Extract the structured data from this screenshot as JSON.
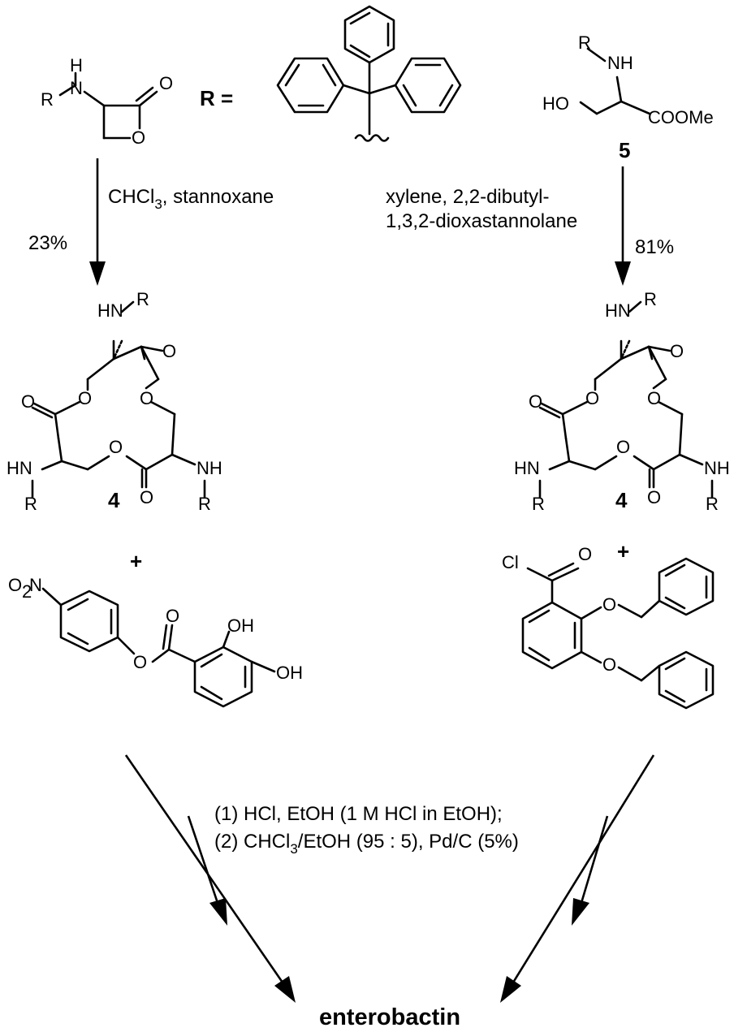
{
  "structures": {
    "beta_lactone": {
      "nh": "H",
      "n": "N",
      "r": "R",
      "o_carbonyl": "O",
      "o_ring": "O"
    },
    "r_definition": {
      "label": "R ="
    },
    "serine_ester": {
      "r": "R",
      "nh": "NH",
      "ho": "HO",
      "ester": "COOMe",
      "number": "5"
    },
    "macrocycle_left": {
      "hn_top": "HN",
      "r_top": "R",
      "o_label": "O",
      "hn_left": "HN",
      "r_left": "R",
      "nh_right": "NH",
      "r_right": "R",
      "number": "4"
    },
    "macrocycle_right": {
      "hn_top": "HN",
      "r_top": "R",
      "o_label": "O",
      "hn_left": "HN",
      "r_left": "R",
      "nh_right": "NH",
      "r_right": "R",
      "number": "4"
    },
    "nitrophenyl_ester": {
      "o2n_o": "O",
      "o2n_sub": "2",
      "o2n_n": "N",
      "o_label": "O",
      "oh": "OH"
    },
    "acid_chloride": {
      "cl": "Cl",
      "o_label": "O"
    }
  },
  "plus_sign": "+",
  "steps": {
    "left": {
      "reagents_part1": "CHCl",
      "reagents_sub": "3",
      "reagents_part2": ", stannoxane",
      "yield": "23%"
    },
    "right": {
      "reagents_line1": "xylene, 2,2-dibutyl-",
      "reagents_line2": "1,3,2-dioxastannolane",
      "yield": "81%"
    },
    "final": {
      "line1": "(1) HCl, EtOH (1 M HCl in EtOH);",
      "line2_part1": "(2) CHCl",
      "line2_sub": "3",
      "line2_part2": "/EtOH (95 : 5), Pd/C (5%)"
    }
  },
  "product": "enterobactin"
}
